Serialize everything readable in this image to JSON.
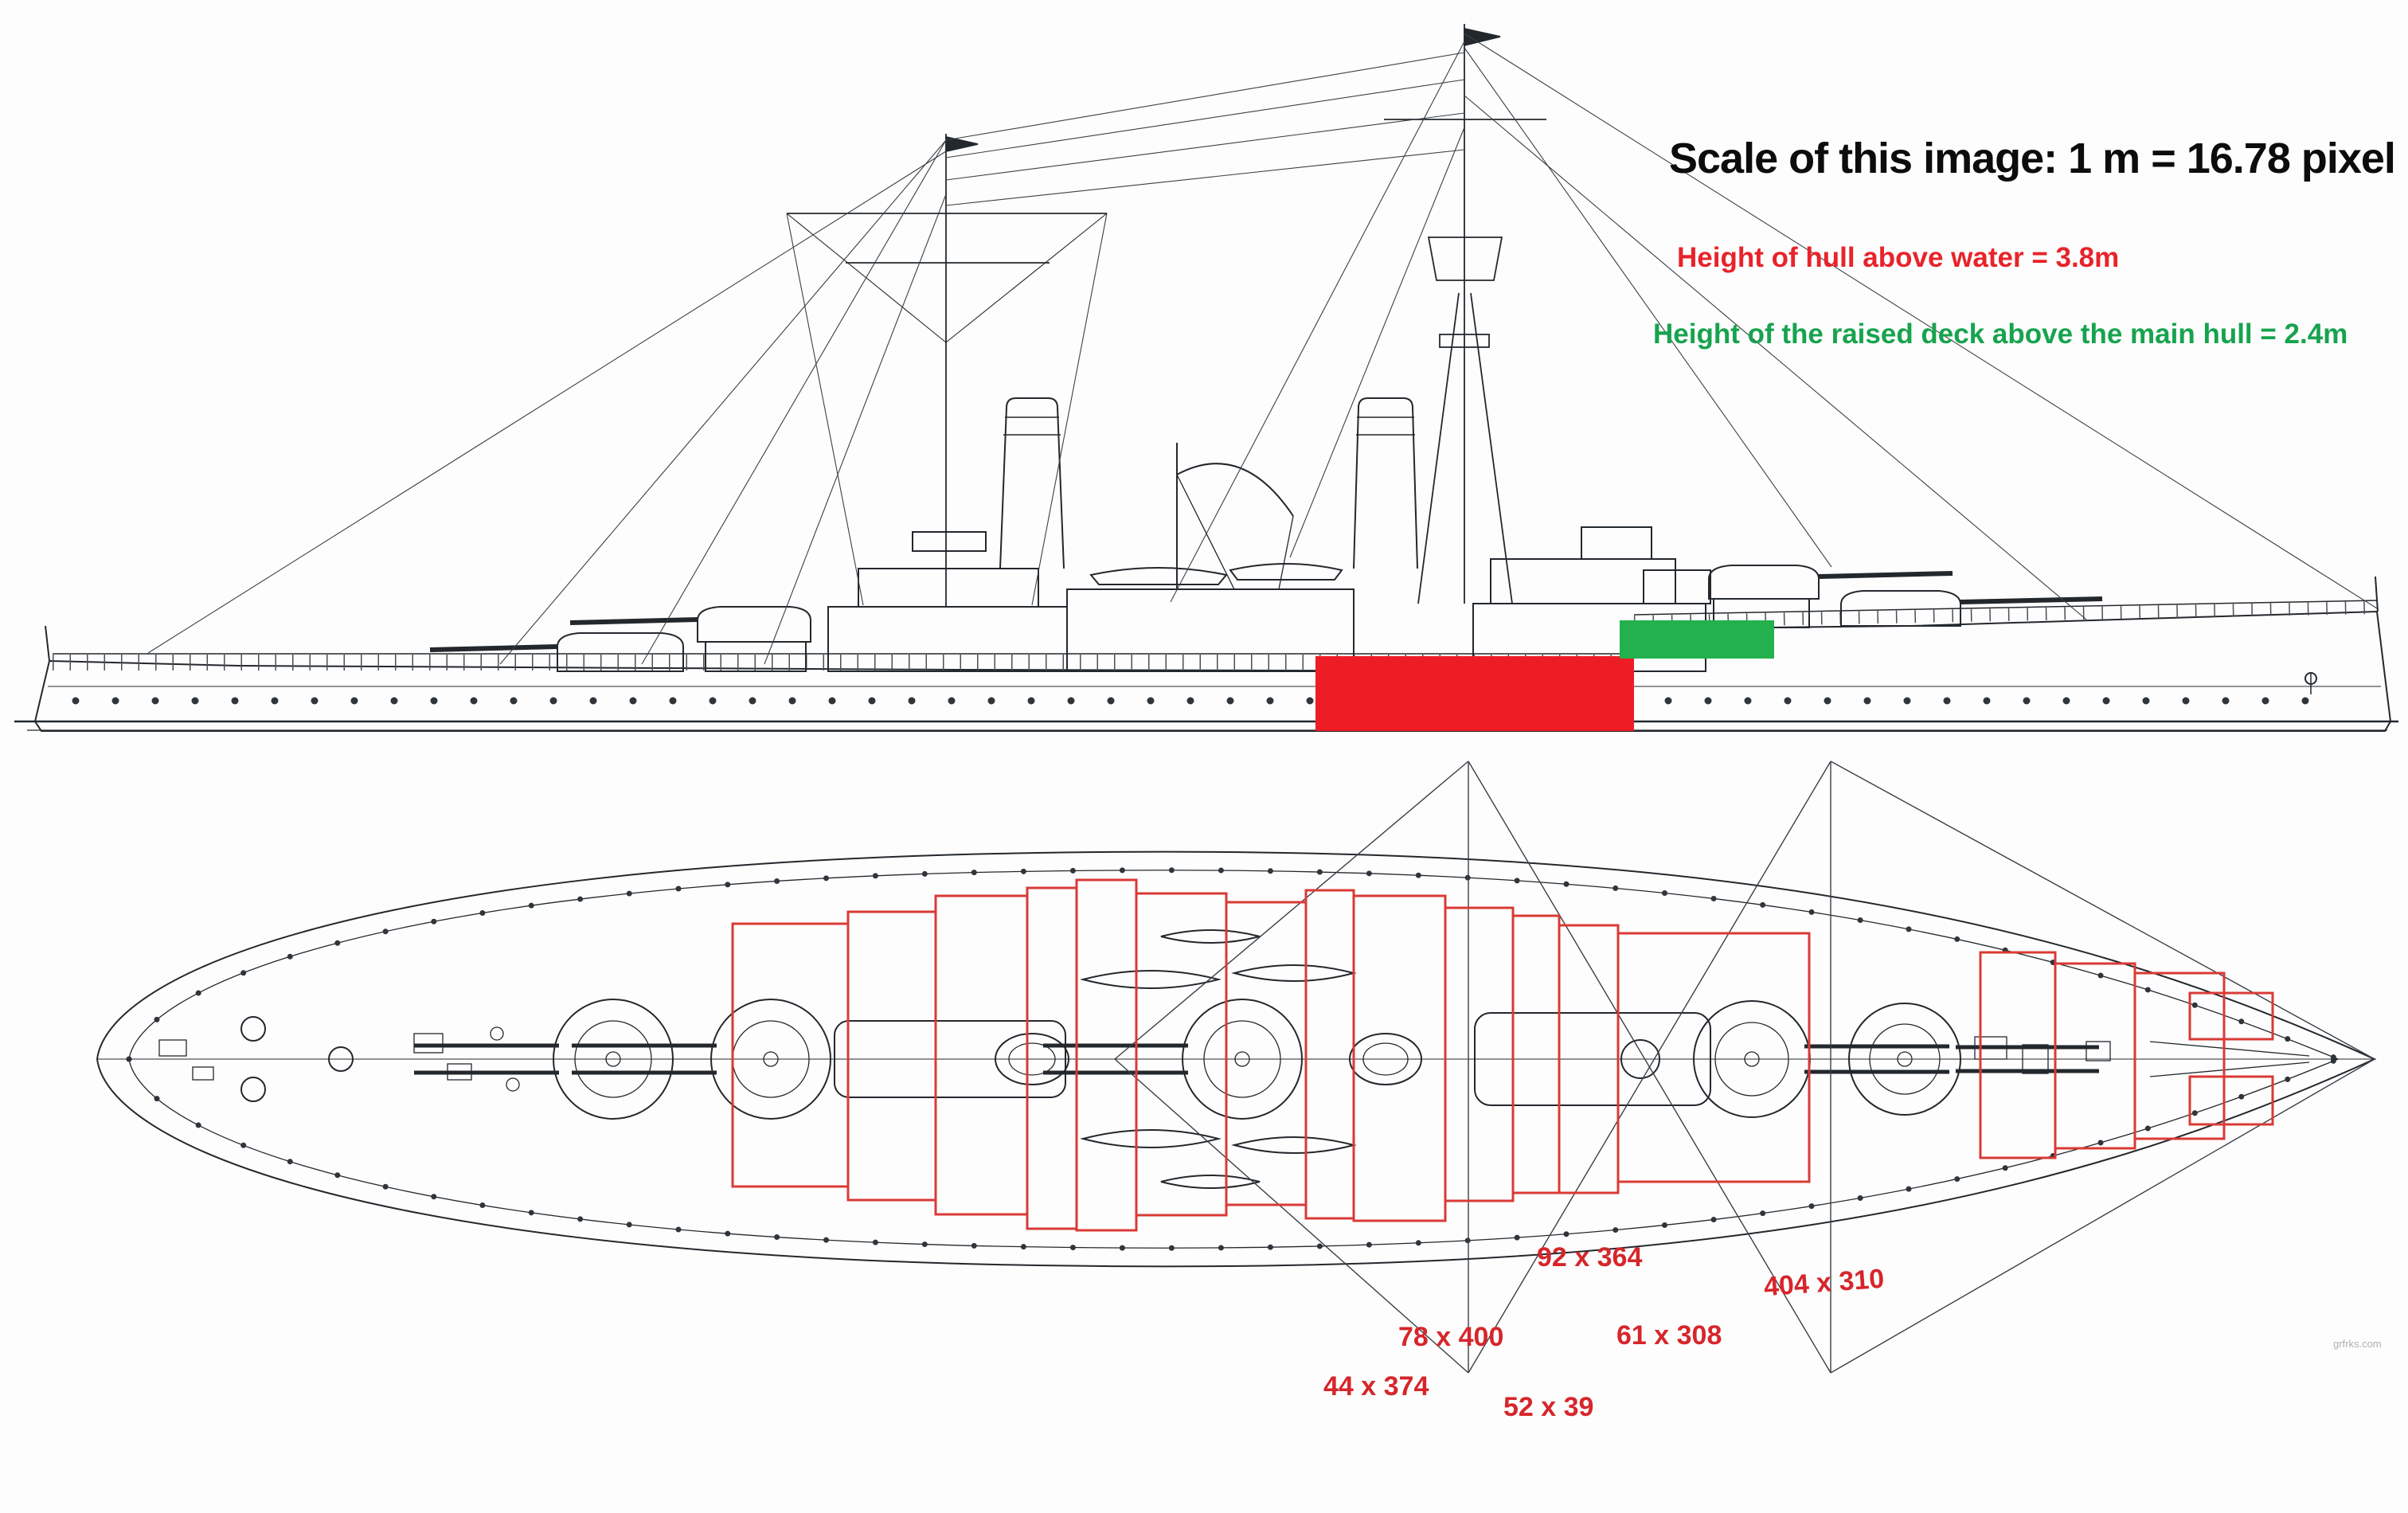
{
  "scale_note": "Scale of this image: 1 m = 16.78 pixel",
  "annotations": {
    "hull_height": {
      "text": "Height of hull above water = 3.8m"
    },
    "raised_deck": {
      "text": "Height of the raised deck above the main hull = 2.4m"
    }
  },
  "measurements": [
    {
      "label": "92 x 364"
    },
    {
      "label": "404 x 310"
    },
    {
      "label": "78 x 400"
    },
    {
      "label": "61 x 308"
    },
    {
      "label": "44 x 374"
    },
    {
      "label": "52 x 39"
    }
  ],
  "colors": {
    "hull_marker_red": "#ee1c25",
    "deck_marker_green": "#22b14c",
    "annotation_red": "#e8232a",
    "annotation_green": "#17a34e",
    "measurement_red": "#d6262b",
    "box_red": "#d93a36",
    "line_ink": "#23282d"
  },
  "watermark": "grfrks.com"
}
